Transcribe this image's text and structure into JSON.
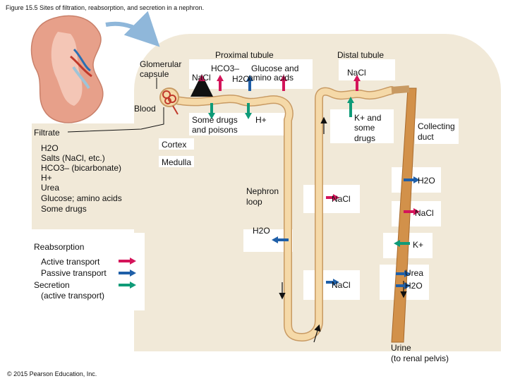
{
  "figure_title": "Figure 15.5 Sites of filtration, reabsorption, and secretion in a nephron.",
  "copyright": "© 2015 Pearson Education, Inc.",
  "labels": {
    "glomerular_capsule": [
      "Glomerular",
      "capsule"
    ],
    "blood": "Blood",
    "proximal_tubule": "Proximal tubule",
    "distal_tubule": "Distal tubule",
    "cortex": "Cortex",
    "medulla": "Medulla",
    "nephron_loop": [
      "Nephron",
      "loop"
    ],
    "collecting_duct": [
      "Collecting",
      "duct"
    ],
    "urine": [
      "Urine",
      "(to renal pelvis)"
    ]
  },
  "filtrate": {
    "heading": "Filtrate",
    "h2o": "H2O",
    "salts": "Salts (NaCl, etc.)",
    "hco3": "HCO3– (bicarbonate)",
    "h_plus": "H+",
    "urea": "Urea",
    "glucose": "Glucose; amino acids",
    "drugs": "Some drugs"
  },
  "legend": {
    "reabsorption": "Reabsorption",
    "active_transport": "Active transport",
    "passive_transport": "Passive transport",
    "secretion": "Secretion",
    "secretion_note": "(active transport)"
  },
  "proximal": {
    "nacl": "NaCl",
    "hco3": "HCO3–",
    "h2o": "H2O",
    "glucose": [
      "Glucose and",
      "amino acids"
    ],
    "drugs": [
      "Some drugs",
      "and poisons"
    ],
    "h_plus": "H+"
  },
  "distal": {
    "nacl": "NaCl",
    "k_drugs": [
      "K+ and",
      "some",
      "drugs"
    ]
  },
  "loop": {
    "h2o": "H2O",
    "nacl_upper": "NaCl",
    "nacl_lower": "NaCl"
  },
  "duct": {
    "h2o_upper": "H2O",
    "nacl": "NaCl",
    "k_plus": "K+",
    "urea": "Urea",
    "h2o_lower": "H2O"
  },
  "colors": {
    "active": "#d4145a",
    "passive": "#1f5fa8",
    "secretion": "#0f9b78",
    "tissue": "#f1e9d8",
    "tubule": "#f5d9a8",
    "duct": "#d2914a"
  }
}
